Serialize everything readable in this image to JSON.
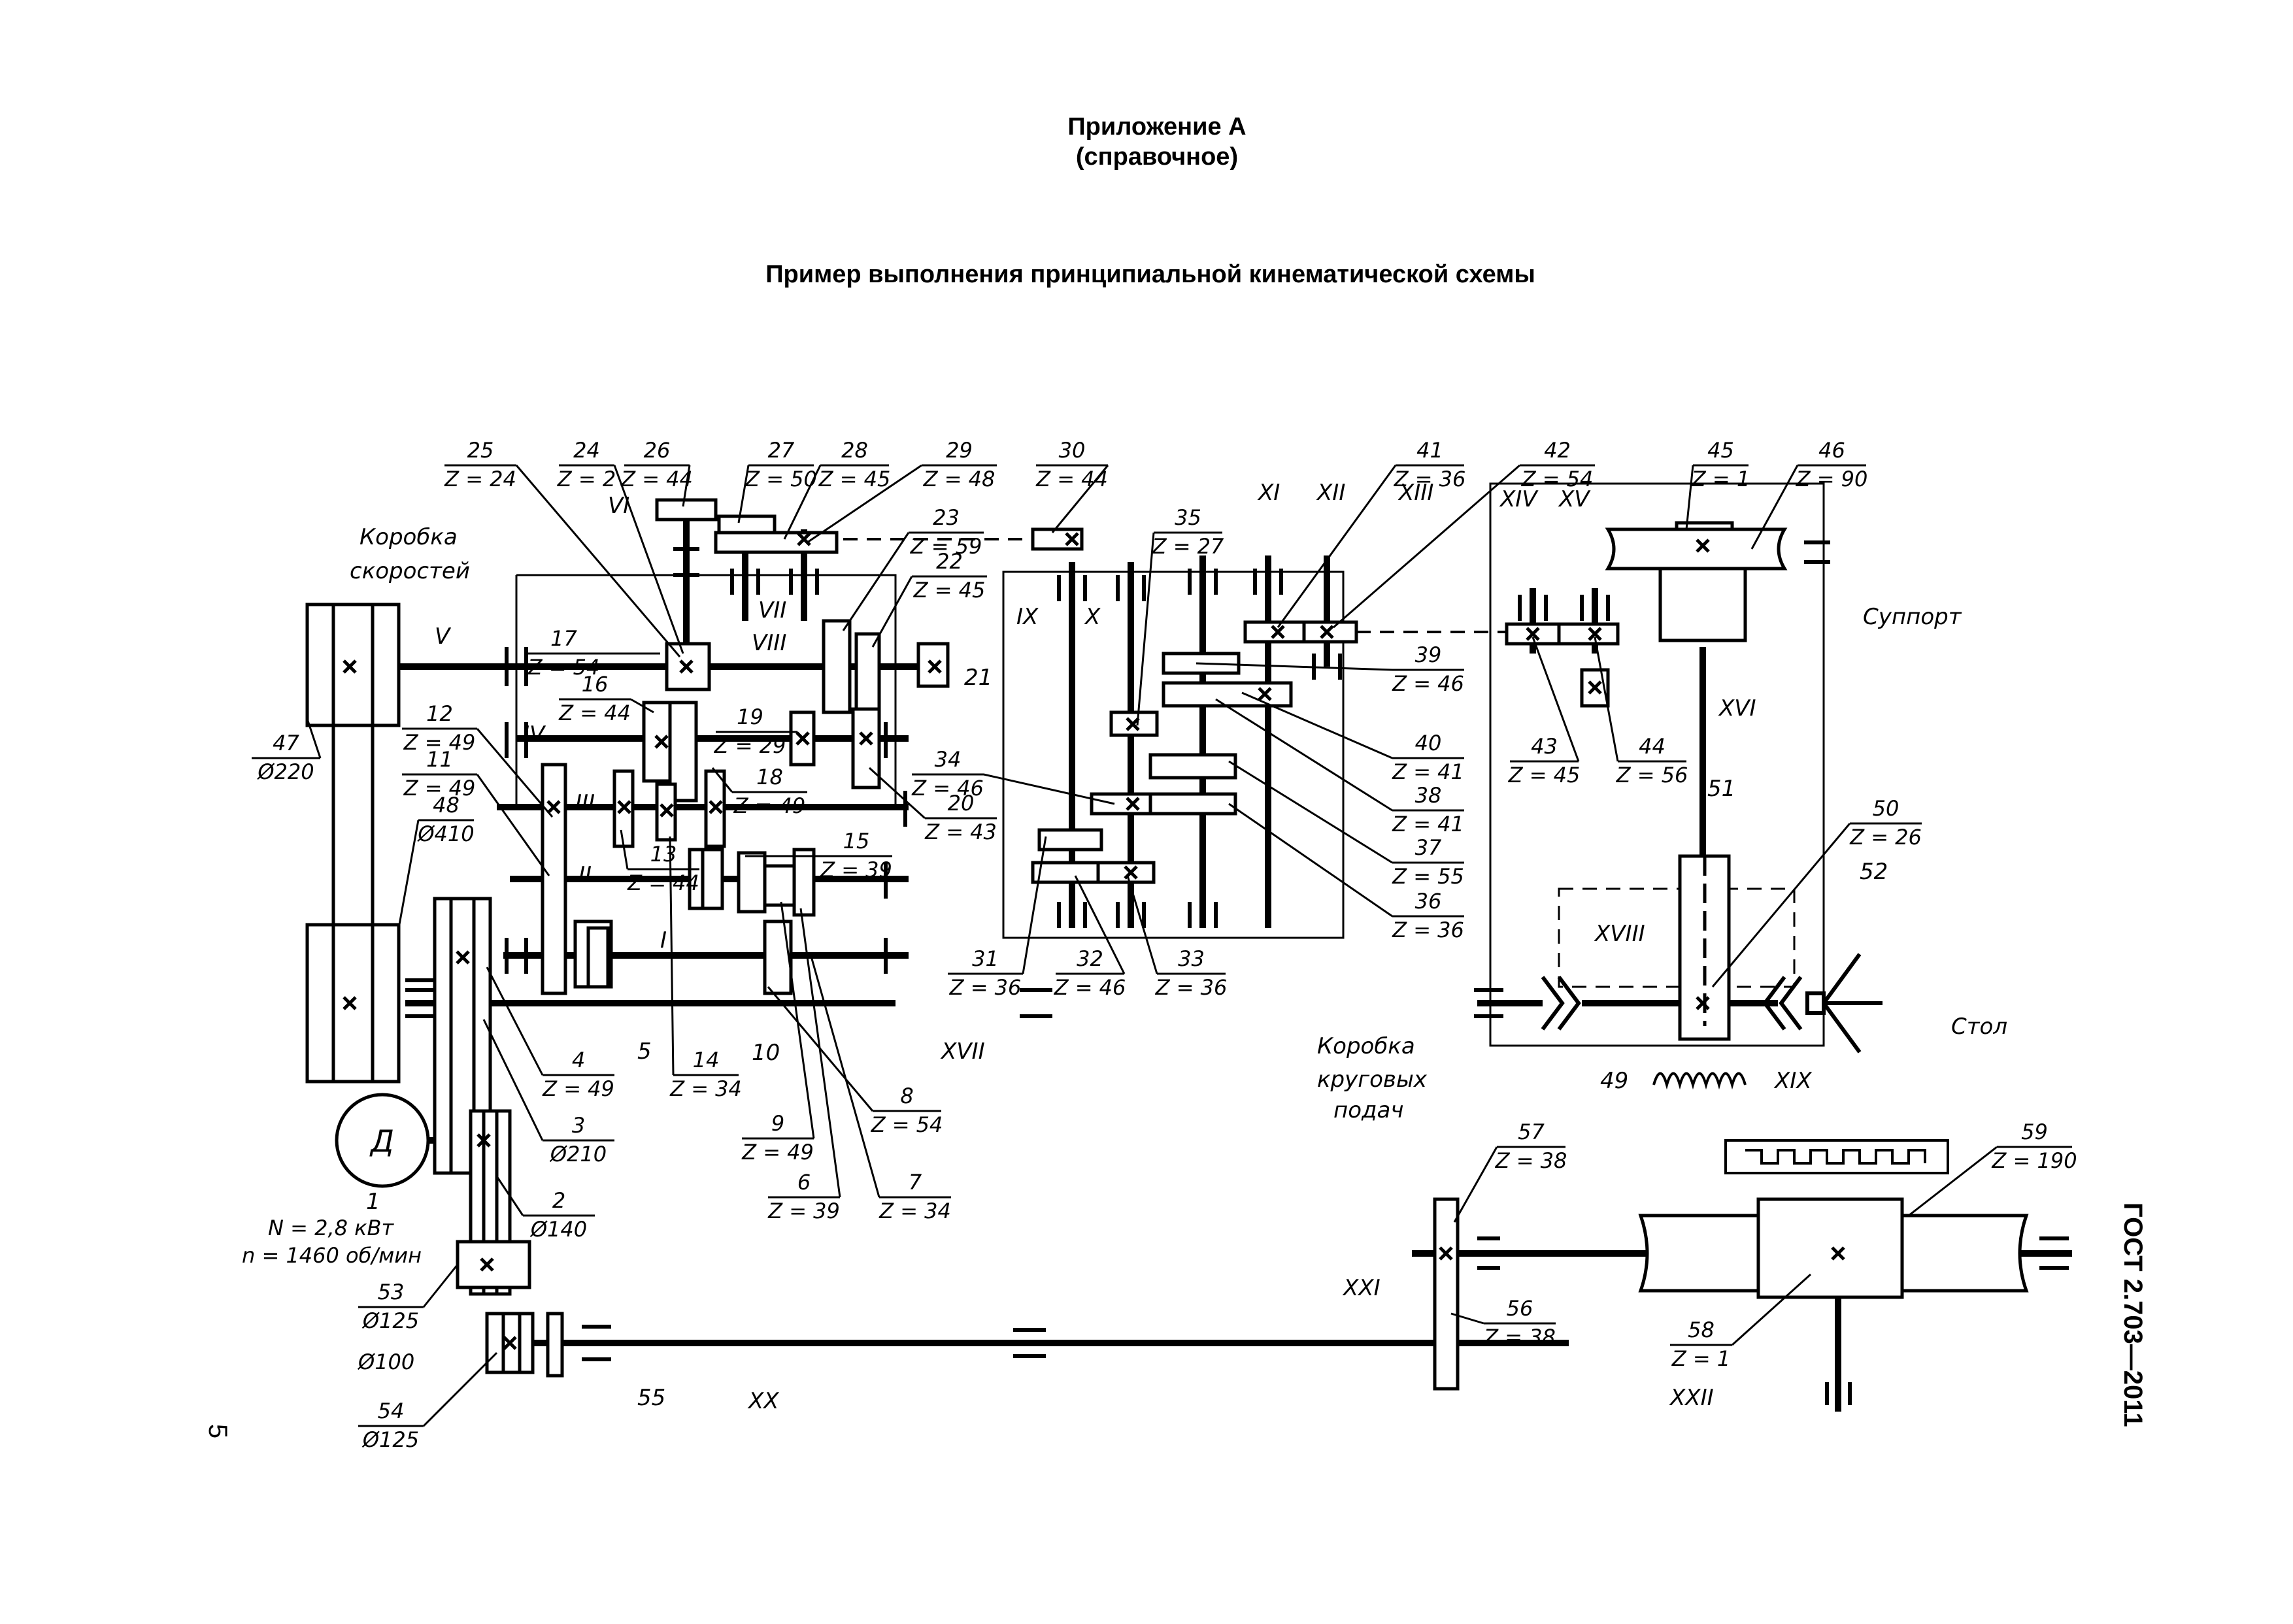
{
  "header": {
    "appendix": "Приложение А",
    "reference": "(справочное)",
    "title": "Пример выполнения принципиальной кинематической схемы"
  },
  "footer": {
    "gost": "ГОСТ 2.703—2011",
    "page_number": "5"
  },
  "callouts": [
    {
      "n": "25",
      "s": "Z = 24"
    },
    {
      "n": "24",
      "s": "Z = 2"
    },
    {
      "n": "26",
      "s": "Z = 44"
    },
    {
      "n": "27",
      "s": "Z = 50"
    },
    {
      "n": "28",
      "s": "Z = 45"
    },
    {
      "n": "29",
      "s": "Z = 48"
    },
    {
      "n": "30",
      "s": "Z = 44"
    },
    {
      "n": "41",
      "s": "Z = 36"
    },
    {
      "n": "42",
      "s": "Z = 54"
    },
    {
      "n": "45",
      "s": "Z = 1"
    },
    {
      "n": "46",
      "s": "Z = 90"
    },
    {
      "n": "23",
      "s": "Z = 59"
    },
    {
      "n": "22",
      "s": "Z = 45"
    },
    {
      "n": "35",
      "s": "Z = 27"
    },
    {
      "n": "17",
      "s": "Z = 54"
    },
    {
      "n": "16",
      "s": "Z = 44"
    },
    {
      "n": "19",
      "s": "Z = 29"
    },
    {
      "n": "18",
      "s": "Z = 49"
    },
    {
      "n": "34",
      "s": "Z = 46"
    },
    {
      "n": "20",
      "s": "Z = 43"
    },
    {
      "n": "12",
      "s": "Z = 49"
    },
    {
      "n": "11",
      "s": "Z = 49"
    },
    {
      "n": "48",
      "s": "Ø410"
    },
    {
      "n": "13",
      "s": "Z = 44"
    },
    {
      "n": "15",
      "s": "Z = 39"
    },
    {
      "n": "39",
      "s": "Z = 46"
    },
    {
      "n": "40",
      "s": "Z = 41"
    },
    {
      "n": "38",
      "s": "Z = 41"
    },
    {
      "n": "37",
      "s": "Z = 55"
    },
    {
      "n": "36",
      "s": "Z = 36"
    },
    {
      "n": "43",
      "s": "Z = 45"
    },
    {
      "n": "44",
      "s": "Z = 56"
    },
    {
      "n": "47",
      "s": "Ø220"
    },
    {
      "n": "31",
      "s": "Z = 36"
    },
    {
      "n": "32",
      "s": "Z = 46"
    },
    {
      "n": "33",
      "s": "Z = 36"
    },
    {
      "n": "50",
      "s": "Z = 26"
    },
    {
      "n": "4",
      "s": "Z = 49"
    },
    {
      "n": "3",
      "s": "Ø210"
    },
    {
      "n": "14",
      "s": "Z = 34"
    },
    {
      "n": "8",
      "s": "Z = 54"
    },
    {
      "n": "9",
      "s": "Z = 49"
    },
    {
      "n": "6",
      "s": "Z = 39"
    },
    {
      "n": "7",
      "s": "Z = 34"
    },
    {
      "n": "2",
      "s": "Ø140"
    },
    {
      "n": "57",
      "s": "Z = 38"
    },
    {
      "n": "59",
      "s": "Z = 190"
    },
    {
      "n": "56",
      "s": "Z = 38"
    },
    {
      "n": "53",
      "s": "Ø125"
    },
    {
      "n": "54",
      "s": "Ø125"
    },
    {
      "n": "58",
      "s": "Z = 1"
    }
  ],
  "labels": {
    "n1": "1",
    "n5": "5",
    "n10": "10",
    "n21": "21",
    "n49": "49",
    "n51": "51",
    "n52": "52",
    "n55": "55",
    "phi100": "Ø100",
    "motor_power": "N = 2,8 кВт",
    "motor_speed": "n = 1460 об/мин",
    "motor": "Д",
    "gearbox_1": "Коробка",
    "gearbox_2": "скоростей",
    "feed_1": "Коробка",
    "feed_2": "круговых",
    "feed_3": "подач",
    "carriage": "Суппорт",
    "table": "Стол"
  },
  "shafts": [
    "I",
    "II",
    "III",
    "IV",
    "V",
    "VI",
    "VII",
    "VIII",
    "IX",
    "X",
    "XI",
    "XII",
    "XIII",
    "XIV",
    "XV",
    "XVI",
    "XVII",
    "XVIII",
    "XIX",
    "XX",
    "XXI",
    "XXII"
  ]
}
